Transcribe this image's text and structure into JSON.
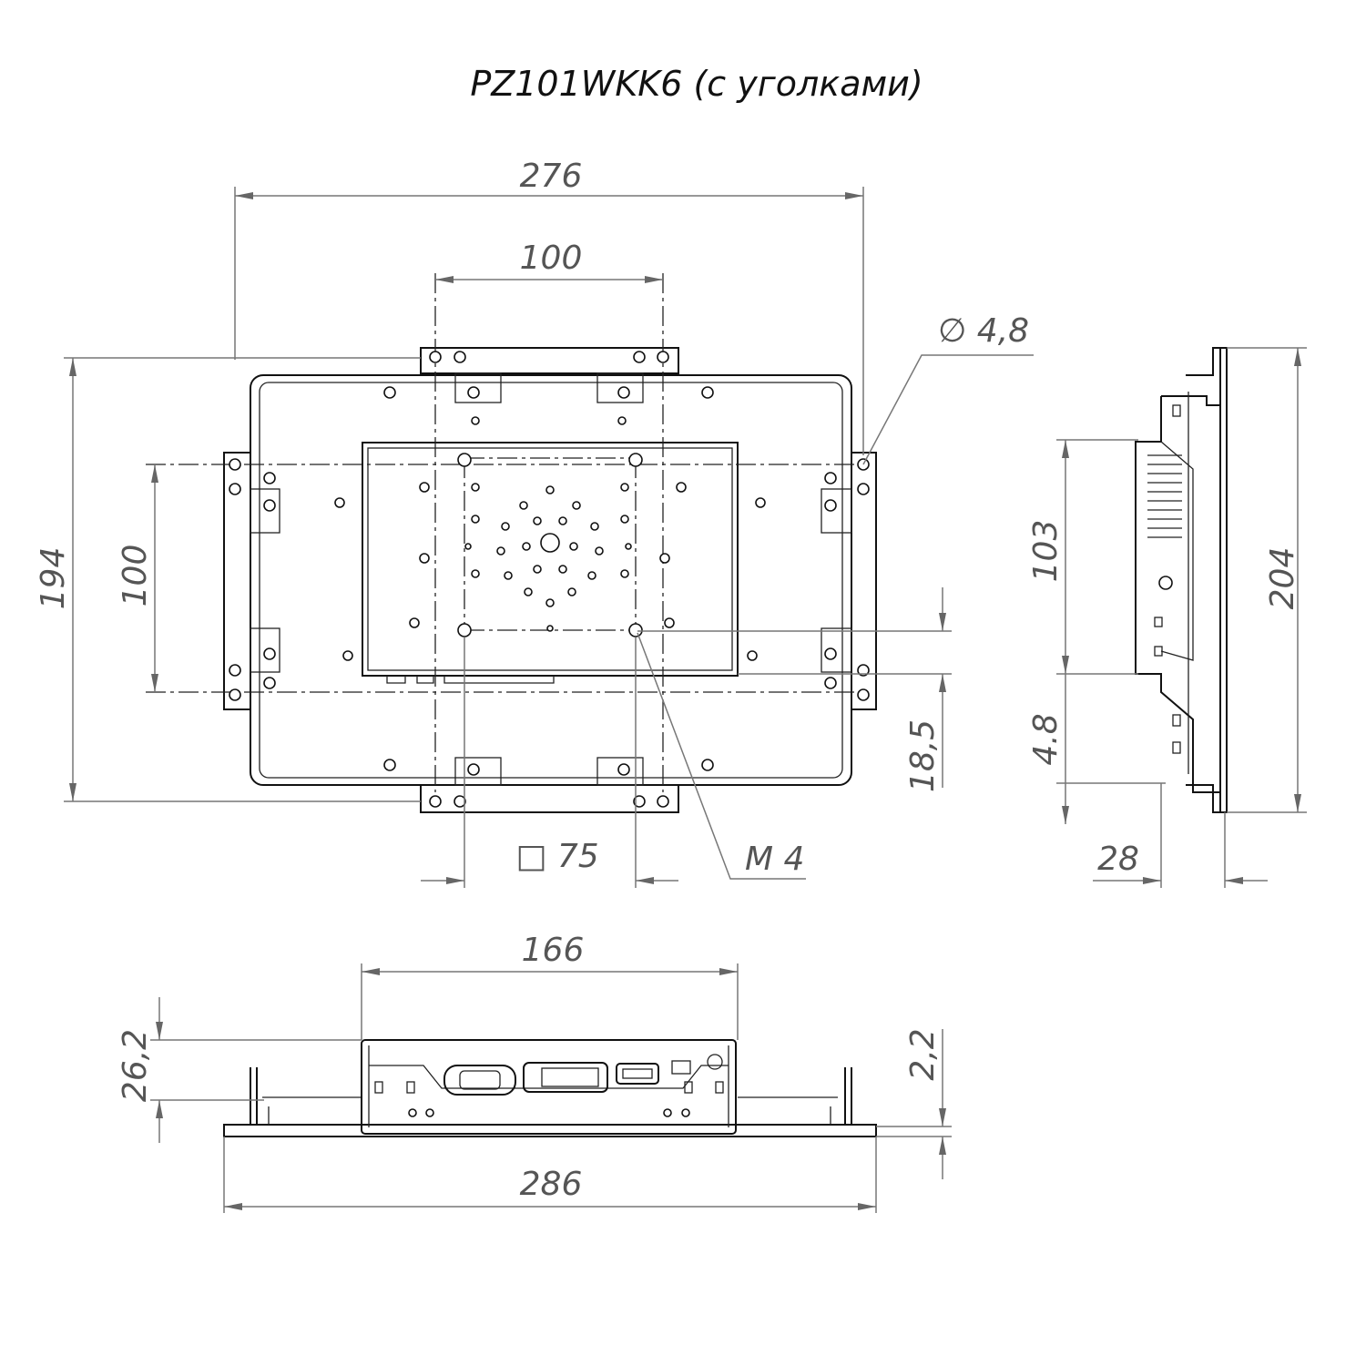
{
  "title": "PZ101WKK6 (с уголками)",
  "dimensions": {
    "overall_width": "276",
    "bracket_spacing_top": "100",
    "overall_height": "194",
    "bracket_spacing_side": "100",
    "hole_diameter": "∅ 4,8",
    "vesa_offset": "18,5",
    "vesa": "□ 75",
    "screw": "M 4",
    "side_box_height": "103",
    "side_offset": "4.8",
    "side_overall_height": "204",
    "depth": "28",
    "box_width": "166",
    "box_depth": "26,2",
    "plate_thickness": "2,2",
    "bracket_overall_width": "286"
  }
}
